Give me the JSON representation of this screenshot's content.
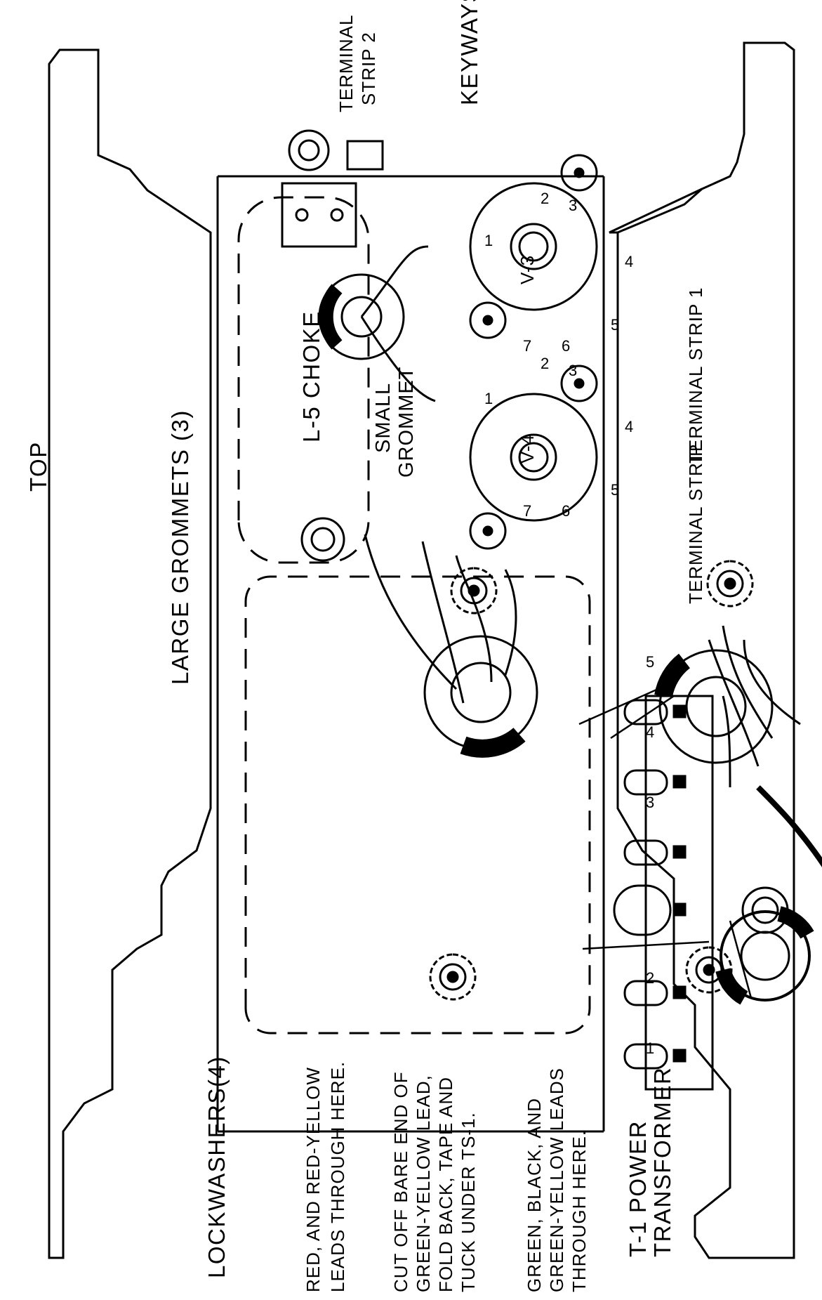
{
  "labels": {
    "top": "TOP",
    "large_grommets": "LARGE GROMMETS (3)",
    "l5_choke": "L-5 CHOKE",
    "small_grommet_1": "SMALL",
    "small_grommet_2": "GROMMET",
    "terminal_strip_2_a": "TERMINAL",
    "terminal_strip_2_b": "STRIP 2",
    "keyways": "KEYWAYS",
    "terminal_strip_1_side": "TERMINAL STRIP 1",
    "terminal_strip_1_bottom": "TERMINAL STRIP",
    "lockwashers": "LOCKWASHERS(4)",
    "red_leads_1": "RED, AND RED-YELLOW",
    "red_leads_2": "LEADS THROUGH HERE.",
    "cut_off_1": "CUT OFF BARE END OF",
    "cut_off_2": "GREEN-YELLOW LEAD,",
    "cut_off_3": "FOLD BACK, TAPE AND",
    "cut_off_4": "TUCK UNDER TS-1.",
    "green_leads_1": "GREEN, BLACK, AND",
    "green_leads_2": "GREEN-YELLOW LEADS",
    "green_leads_3": "THROUGH HERE.",
    "t1_1": "T-1 POWER",
    "t1_2": "TRANSFORMER",
    "v3": "V-3",
    "v4": "V-4"
  },
  "socket_pins": [
    "1",
    "2",
    "3",
    "4",
    "5",
    "6",
    "7"
  ],
  "terminal_numbers": [
    "1",
    "2",
    "3",
    "4",
    "5"
  ]
}
